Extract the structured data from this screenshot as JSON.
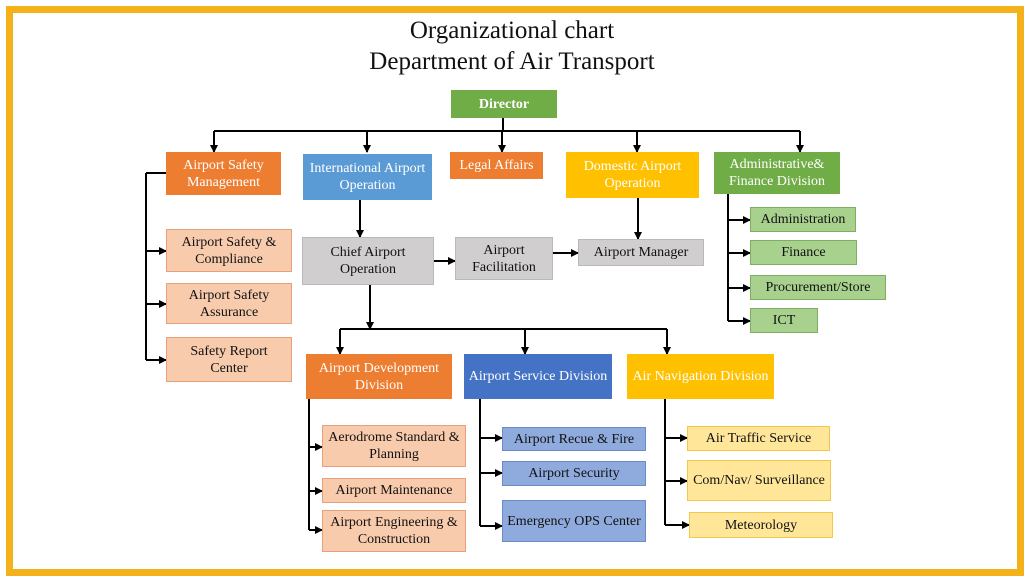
{
  "title": {
    "line1": "Organizational chart",
    "line2": "Department of Air Transport"
  },
  "colors": {
    "frame": "#f3b21a",
    "orange": "#ed7d31",
    "blue": "#5b9bd5",
    "gold": "#ffc000",
    "green": "#70ad47",
    "dark_blue": "#4472c4"
  },
  "nodes": {
    "director": "Director",
    "airport_safety_management": "Airport Safety Management",
    "international_airport_operation": "International Airport Operation",
    "legal_affairs": "Legal Affairs",
    "domestic_airport_operation": "Domestic Airport Operation",
    "admin_finance_division": "Administrative& Finance Division",
    "airport_safety_compliance": "Airport Safety & Compliance",
    "airport_safety_assurance": "Airport Safety Assurance",
    "safety_report_center": "Safety Report Center",
    "chief_airport_operation": "Chief Airport Operation",
    "airport_facilitation": "Airport Facilitation",
    "airport_manager": "Airport Manager",
    "administration": "Administration",
    "finance": "Finance",
    "procurement_store": "Procurement/Store",
    "ict": "ICT",
    "airport_development_division": "Airport Development Division",
    "airport_service_division": "Airport Service Division",
    "air_navigation_division": "Air Navigation Division",
    "aerodrome_standard_planning": "Aerodrome Standard & Planning",
    "airport_maintenance": "Airport Maintenance",
    "airport_engineering_construction": "Airport Engineering & Construction",
    "airport_rescue_fire": "Airport Recue & Fire",
    "airport_security": "Airport Security",
    "emergency_ops_center": "Emergency OPS Center",
    "air_traffic_service": "Air Traffic Service",
    "com_nav_surveillance": "Com/Nav/ Surveillance",
    "meteorology": "Meteorology"
  }
}
